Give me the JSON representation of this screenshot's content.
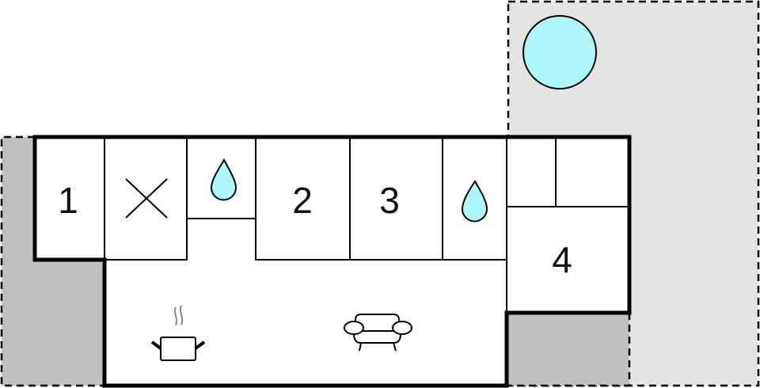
{
  "floorplan": {
    "colors": {
      "background": "#ffffff",
      "outdoor_light": "#e4e4e4",
      "outdoor_dark": "#c0c0c0",
      "water": "#aef8fb",
      "wall": "#000000",
      "steam": "#8a8a8a"
    },
    "rooms": [
      {
        "id": "room-1",
        "label": "1"
      },
      {
        "id": "room-2",
        "label": "2"
      },
      {
        "id": "room-3",
        "label": "3"
      },
      {
        "id": "room-4",
        "label": "4"
      }
    ],
    "icons": {
      "crossed_room": "x-mark-icon",
      "bathroom_1": "water-drop-icon",
      "bathroom_2": "water-drop-icon",
      "kitchen": "cooking-pot-icon",
      "living": "sofa-icon",
      "pool": "pool-icon"
    }
  }
}
